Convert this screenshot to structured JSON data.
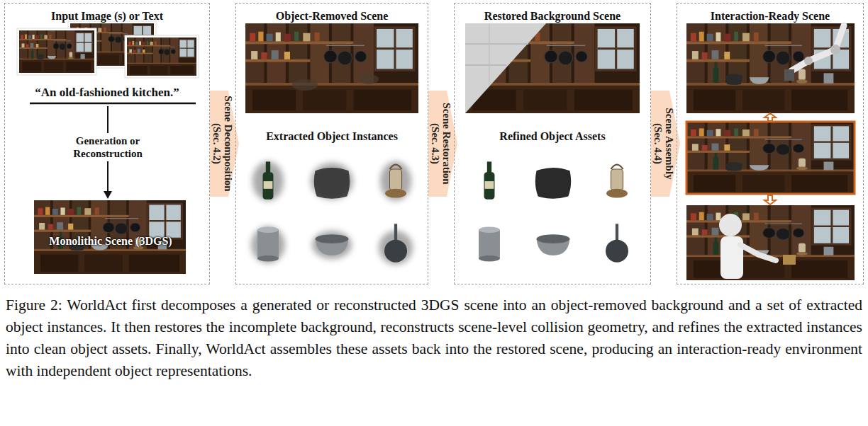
{
  "diagram": {
    "caption": "Figure 2: WorldAct first decomposes a generated or reconstructed 3DGS scene into an object-removed background and a set of extracted object instances. It then restores the incomplete background, reconstructs scene-level collision geometry, and refines the extracted instances into clean object assets. Finally, WorldAct assembles these assets back into the restored scene, producing an interaction-ready environment with independent object representations.",
    "nodes": [
      {
        "text": [
          "Input Image (s) or Text"
        ]
      },
      {
        "text": [
          "Monolithic Scene (3DGS)"
        ],
        "in": 0
      },
      {
        "text": [
          "Object-Removed Scene",
          "Extracted Object Instances"
        ]
      },
      {
        "text": [
          "Restored Background Scene",
          "Refined Object Assets"
        ]
      },
      {
        "text": [
          "Interaction-Ready Scene"
        ]
      }
    ],
    "edges": [
      {
        "from": 0,
        "to": 2,
        "label": "Scene Decomposition (Sec. 4.2)",
        "arrow": "to"
      },
      {
        "from": 2,
        "to": 3,
        "label": "Scene Restoration (Sec. 4.3)",
        "arrow": "to"
      },
      {
        "from": 3,
        "to": 4,
        "label": "Scene Assembly (Sec. 4.4)",
        "arrow": "to"
      }
    ],
    "labels": [
      "“An old-fashioned kitchen.”",
      "Generation or Reconstruction"
    ]
  }
}
